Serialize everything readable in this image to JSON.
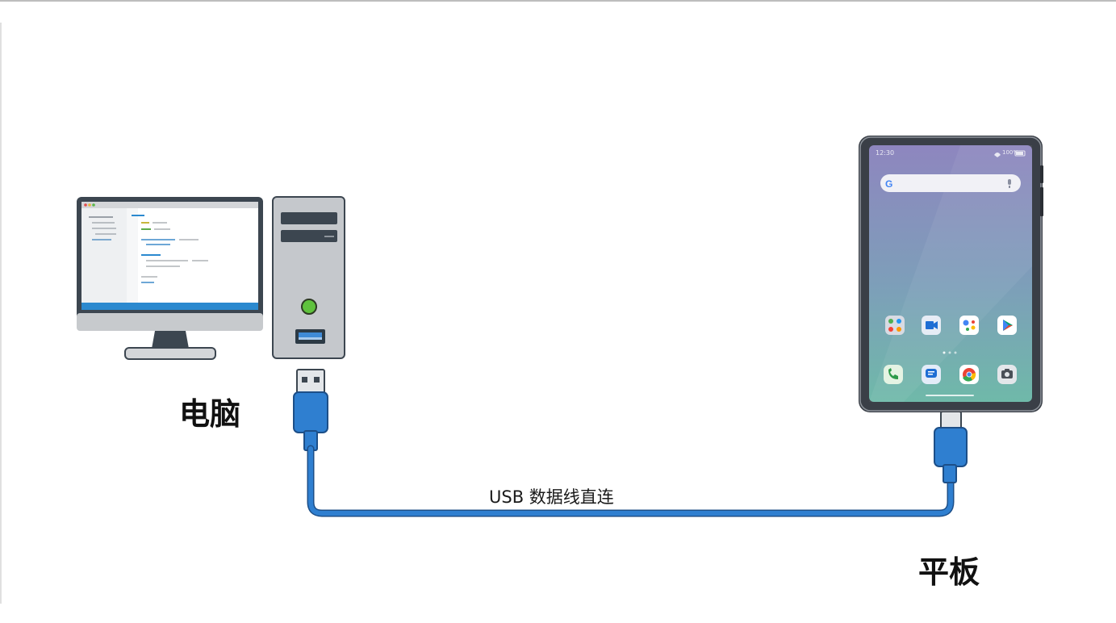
{
  "labels": {
    "computer": "电脑",
    "tablet": "平板",
    "cable": "USB 数据线直连"
  },
  "tablet_screen": {
    "status_time": "12:30",
    "status_battery": "100%",
    "search_logo": "G",
    "dock_apps": [
      "phone-icon",
      "messages-icon",
      "chrome-icon",
      "camera-icon"
    ],
    "home_apps": [
      "app-folder-icon",
      "meet-icon",
      "assistant-icon",
      "play-store-icon"
    ]
  },
  "colors": {
    "cable_blue": "#2a74c4",
    "connector_blue": "#2f7fd0",
    "tower_gray": "#c5c8cc",
    "monitor_frame": "#3c4650",
    "power_green": "#5fc23d",
    "tablet_frame": "#3a3f47"
  },
  "icons": {
    "desktop": "desktop-monitor-icon",
    "tower": "pc-tower-icon",
    "usb_a": "usb-a-plug-icon",
    "usb_c": "usb-c-plug-icon",
    "tablet": "android-tablet-icon"
  }
}
